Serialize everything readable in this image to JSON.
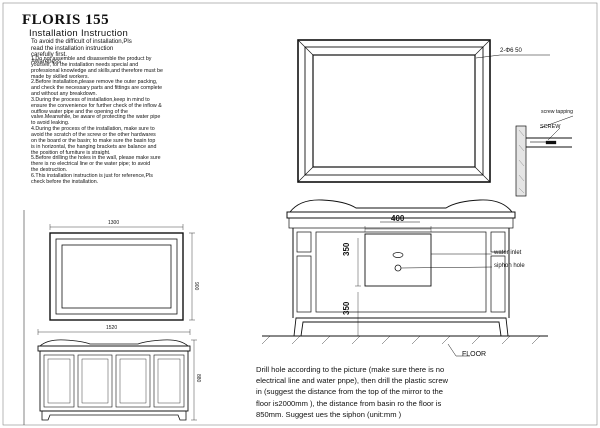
{
  "header": {
    "title": "FLORIS 155",
    "subtitle": "Installation Instruction"
  },
  "intro": {
    "line1": "To avoid the difficult of installation,Pls",
    "line2": "read the installation instruction",
    "line3": "carefully first.",
    "line4": "Awareness"
  },
  "steps": [
    "1.Do not assemble and disassemble the product by",
    "yourself, for the installation needs special and",
    "professional knowledge and skills,and therefore must be",
    "made by skilled workers.",
    "2.Before installation,please remove the outer packing,",
    "and check the necessary parts and fittings are complete",
    "and without any breakdown.",
    "3.During the process of installation,keep in mind to",
    "ensure the convenience for further check of the inflow &",
    "outflow water pipe and the opening of the",
    "valve.Meanwhile, be aware of protecting the water pipe",
    "to avoid leaking.",
    "4.During the process of the installation, make sure to",
    "avoid the scratch of the screw or the other hardwares",
    "on the board or the basin; to make sure the basin top",
    "is in horizontal, the hanging brackets are balance and",
    "the position of furniture is straight.",
    "5.Before drilling the holes in the wall, please make sure",
    "there is no electrical line or the water pipe; to avoid",
    "the destruction.",
    "6.This installation instruction is just for reference,Pls",
    "check before the installation."
  ],
  "drawing_labels": {
    "screw_spec": "2-Φ6  50",
    "screw_tapping": "screw tapping",
    "screw": "SCREW",
    "water_inlet": "water inlet",
    "siphon_hole": "siphon hole",
    "floor": "FLOOR",
    "dim_400": "400",
    "dim_350_top": "350",
    "dim_350_bottom": "350",
    "dim_1300": "1300",
    "dim_900": "900",
    "dim_1520": "1520",
    "dim_880": "880"
  },
  "bottom_note": {
    "line1": "Drill hole according to the picture (make sure there is no",
    "line2": "electrical line and water pnpe), then drill the plastic screw",
    "line3": "in (suggest the distance from the top of the mirror to the",
    "line4": "floor is2000mm ), the distance from basin ro the floor is",
    "line5": "850mm. Suggest ues the siphon (unit:mm )"
  }
}
